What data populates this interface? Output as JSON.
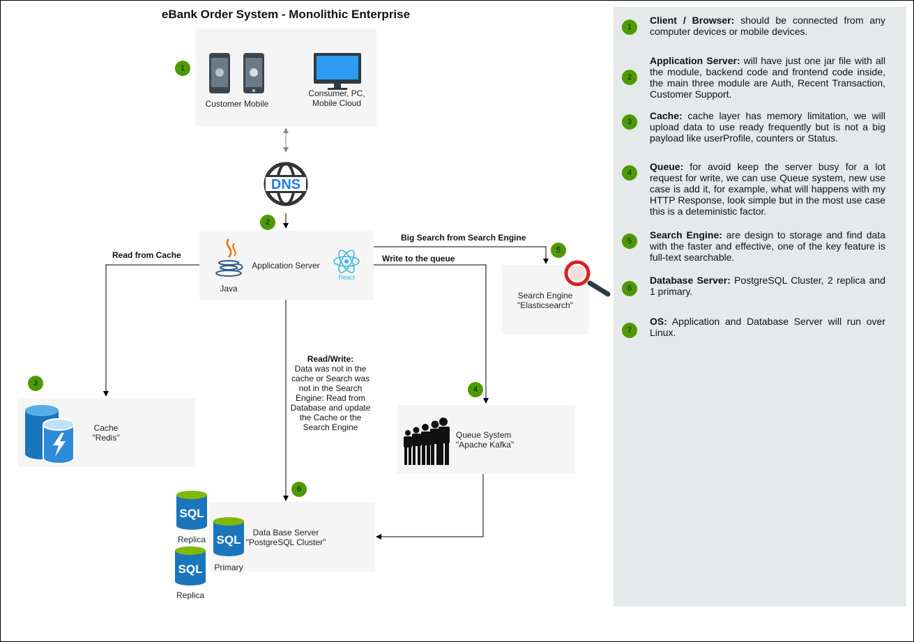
{
  "title": "eBank Order System - Monolithic Enterprise",
  "nodes": {
    "client": {
      "badge": "1",
      "mobile_label": "Customer Mobile",
      "pc_label": "Consumer, PC, Mobile Cloud"
    },
    "app_server": {
      "badge": "2",
      "label": "Application Server",
      "java_label": "Java",
      "react_label": "React"
    },
    "cache": {
      "badge": "3",
      "label": "Cache \"Redis\""
    },
    "queue": {
      "badge": "4",
      "label": "Queue System \"Apache Kafka\""
    },
    "search": {
      "badge": "5",
      "label": "Search Engine \"Elasticsearch\""
    },
    "database": {
      "badge": "6",
      "label": "Data Base Server \"PostgreSQL Cluster\"",
      "replica_top": "Replica",
      "primary": "Primary",
      "replica_bottom": "Replica",
      "sql_text": "SQL"
    },
    "dns": {
      "label": "DNS"
    }
  },
  "edges": {
    "read_cache": "Read from Cache",
    "big_search": "Big Search from Search Engine",
    "write_queue": "Write to the queue",
    "read_write_title": "Read/Write:",
    "read_write_body": "Data was not in the cache or Search was not in the Search Engine: Read from Database and update the Cache or the Search Engine"
  },
  "legend": [
    {
      "num": "1",
      "title": "Client / Browser:",
      "text": " should be connected from any computer devices or mobile devices."
    },
    {
      "num": "2",
      "title": "Application Server:",
      "text": " will have just one jar file with all the module,  backend code and frontend code inside, the main three module are Auth, Recent Transaction, Customer Support."
    },
    {
      "num": "3",
      "title": "Cache:",
      "text": " cache layer has memory limitation, we will upload data to use ready frequently but is not a big payload like userProfile, counters or Status."
    },
    {
      "num": "4",
      "title": "Queue:",
      "text": " for avoid keep the server busy for a lot request for write, we can use Queue system, new use case is add it, for example, what will happens with my HTTP Response, look simple but in the most use case this is a deteministic factor."
    },
    {
      "num": "5",
      "title": "Search Engine:",
      "text": " are design to storage and find data with the faster and effective, one of the key feature is full-text searchable."
    },
    {
      "num": "6",
      "title": "Database Server:",
      "text": " PostgreSQL Cluster, 2 replica and 1 primary."
    },
    {
      "num": "7",
      "title": "OS:",
      "text": " Application and Database Server will run over Linux."
    }
  ],
  "colors": {
    "badge": "#4d9900",
    "box": "#f5f5f5",
    "legend_bg": "#e6e9ea",
    "db_blue": "#1b75bc",
    "db_green": "#7fba00"
  }
}
